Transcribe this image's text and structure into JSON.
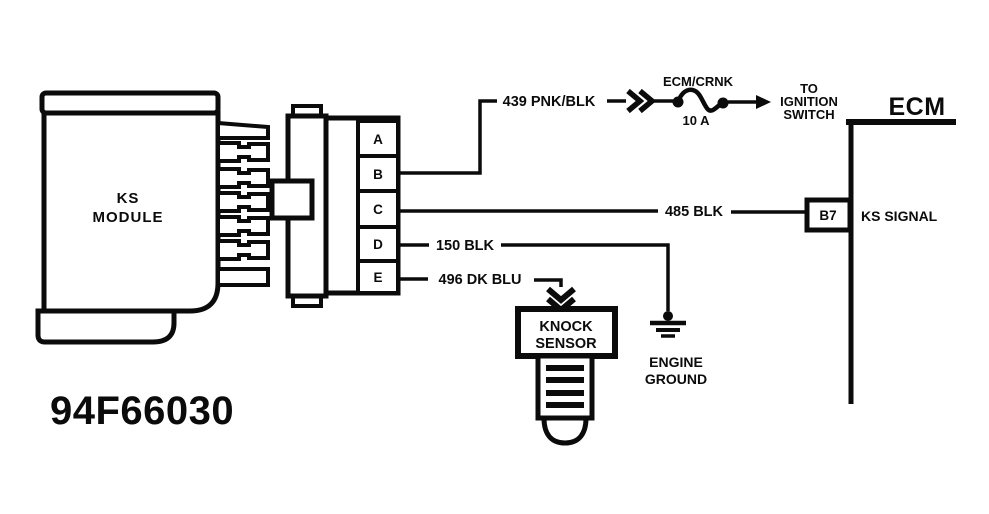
{
  "diagram_id": "94F66030",
  "ks_module": {
    "line1": "KS",
    "line2": "MODULE"
  },
  "connector": {
    "pins": [
      "A",
      "B",
      "C",
      "D",
      "E"
    ]
  },
  "wires": {
    "pin_b": "439 PNK/BLK",
    "pin_c": "485 BLK",
    "pin_d": "150 BLK",
    "pin_e": "496 DK BLU"
  },
  "fuse": {
    "name": "ECM/CRNK",
    "rating": "10 A"
  },
  "destination": {
    "line1": "TO",
    "line2": "IGNITION",
    "line3": "SWITCH"
  },
  "ecm": {
    "title": "ECM",
    "terminal": "B7",
    "signal_label": "KS SIGNAL"
  },
  "knock_sensor": {
    "line1": "KNOCK",
    "line2": "SENSOR"
  },
  "engine_ground": {
    "line1": "ENGINE",
    "line2": "GROUND"
  },
  "colors": {
    "ink": "#0b0b0b",
    "paper": "#ffffff"
  }
}
